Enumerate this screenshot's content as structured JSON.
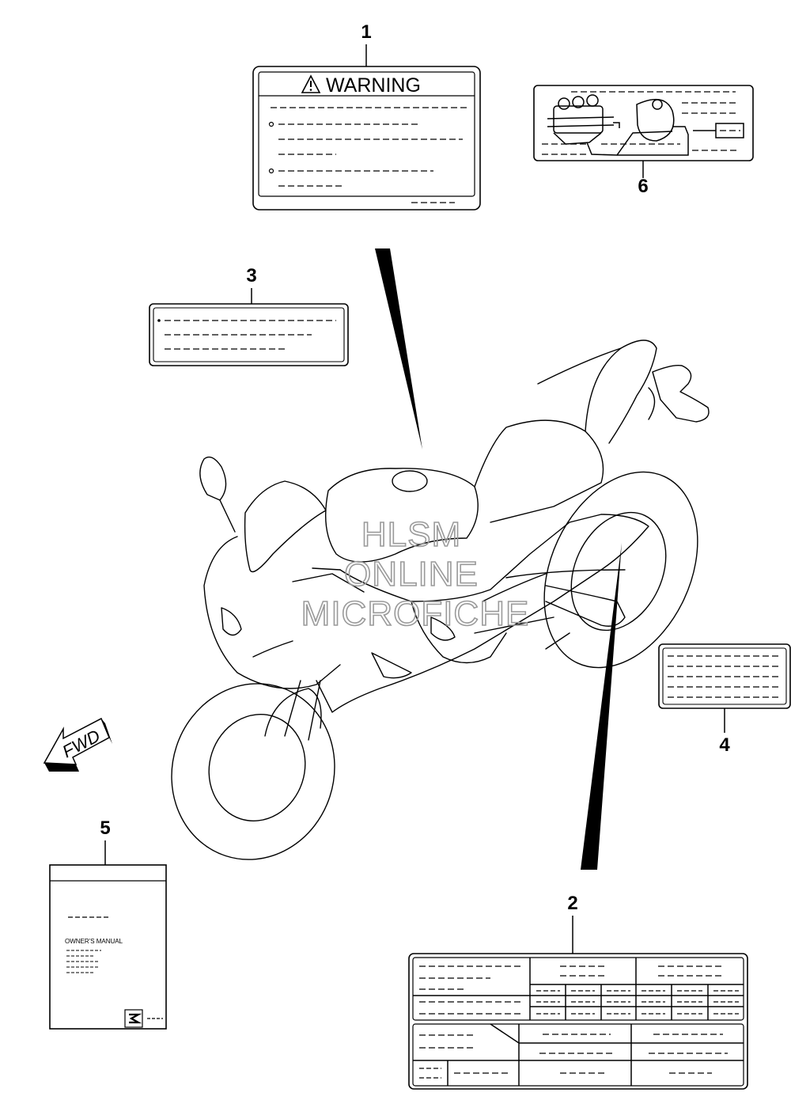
{
  "callouts": {
    "c1": "1",
    "c2": "2",
    "c3": "3",
    "c4": "4",
    "c5": "5",
    "c6": "6"
  },
  "warning_label": {
    "heading": "WARNING",
    "icon": "warning-triangle-icon"
  },
  "manual": {
    "text": "OWNER'S MANUAL",
    "icon": "suzuki-logo-icon"
  },
  "fwd_arrow": {
    "text": "FWD",
    "icon": "forward-arrow-icon"
  },
  "watermark": {
    "line1": "HLSM",
    "line2": "ONLINE",
    "line3": "MICROFICHE"
  }
}
